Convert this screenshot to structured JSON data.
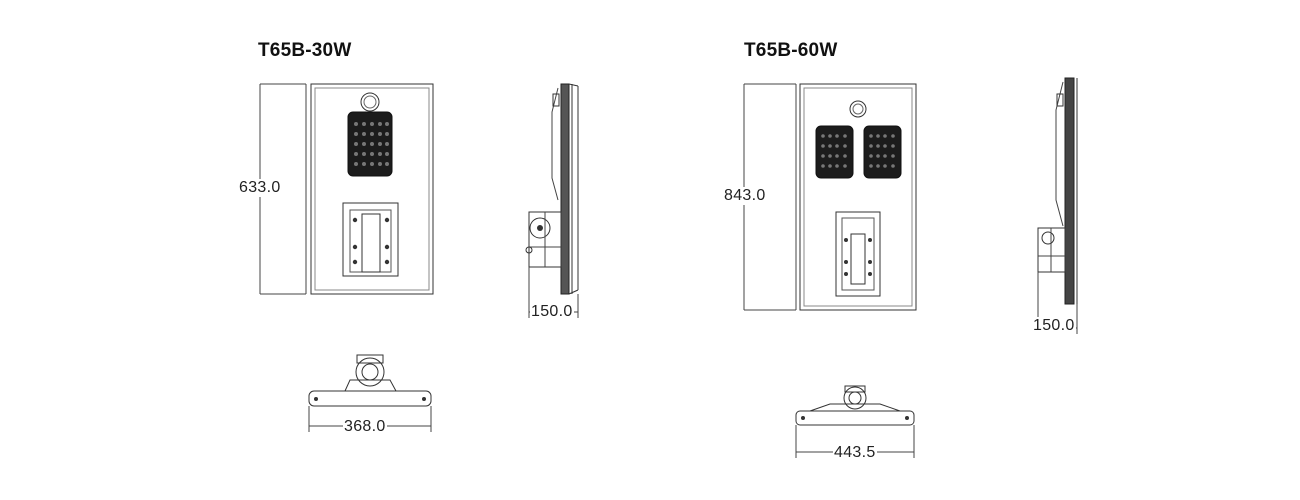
{
  "models": [
    {
      "title": "T65B-30W",
      "dimensions": {
        "height": "633.0",
        "depth": "150.0",
        "width": "368.0"
      }
    },
    {
      "title": "T65B-60W",
      "dimensions": {
        "height": "843.0",
        "depth": "150.0",
        "width": "443.5"
      }
    }
  ]
}
